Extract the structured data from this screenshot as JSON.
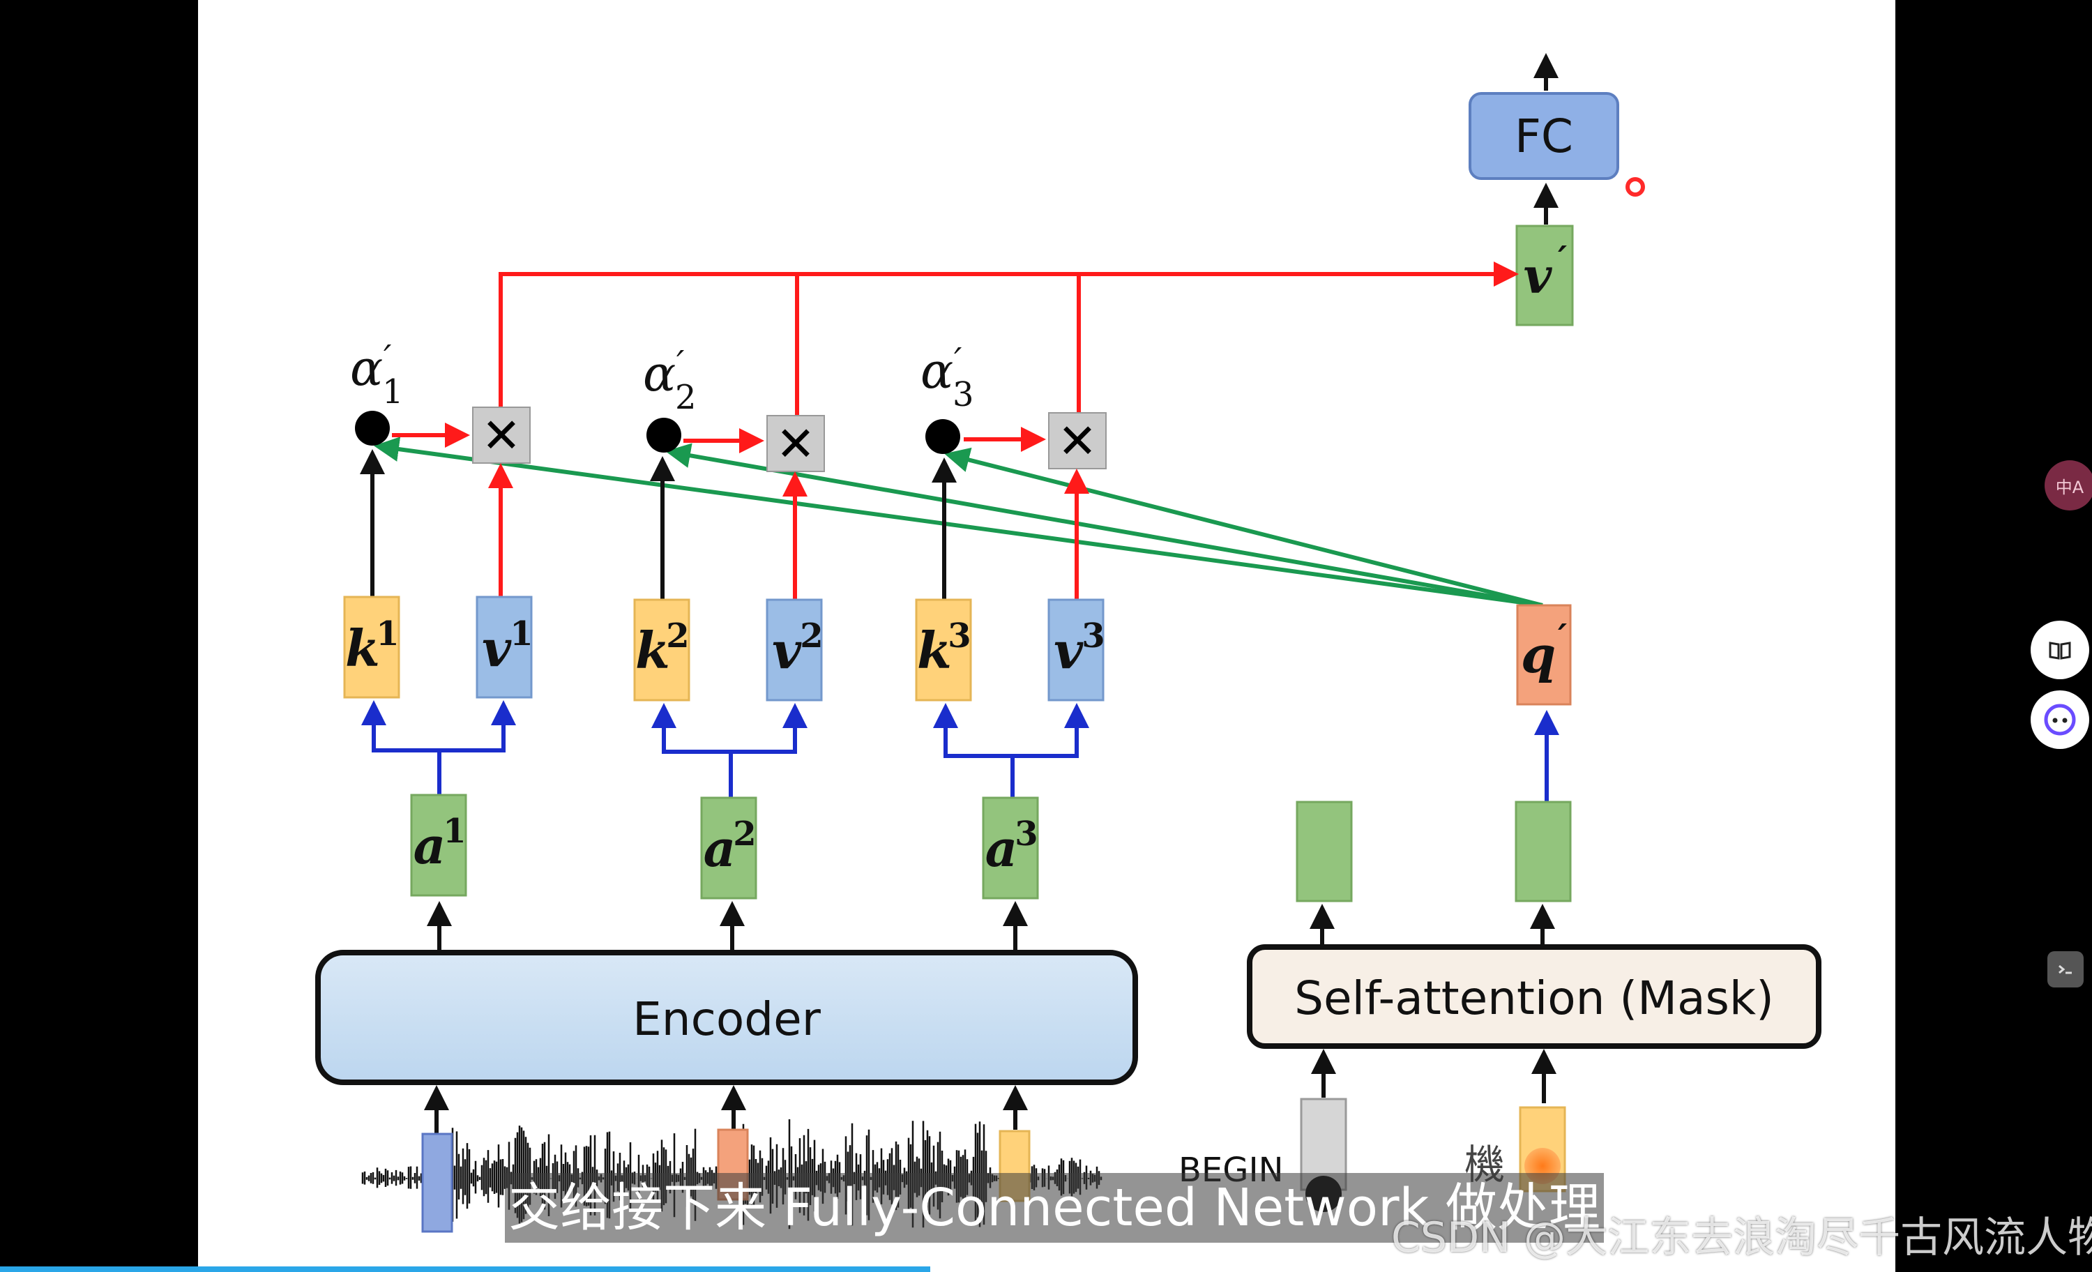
{
  "diagram": {
    "fc_label": "FC",
    "encoder_label": "Encoder",
    "self_attention_label": "Self-attention (Mask)",
    "begin_label": "BEGIN",
    "token_label": "機",
    "v_prime": {
      "base": "v",
      "prime": "′"
    },
    "q_prime": {
      "base": "q",
      "prime": "′"
    },
    "alphas": [
      {
        "base": "α",
        "prime": "′",
        "sub": "1"
      },
      {
        "base": "α",
        "prime": "′",
        "sub": "2"
      },
      {
        "base": "α",
        "prime": "′",
        "sub": "3"
      }
    ],
    "keys": [
      {
        "base": "k",
        "sup": "1"
      },
      {
        "base": "k",
        "sup": "2"
      },
      {
        "base": "k",
        "sup": "3"
      }
    ],
    "values": [
      {
        "base": "v",
        "sup": "1"
      },
      {
        "base": "v",
        "sup": "2"
      },
      {
        "base": "v",
        "sup": "3"
      }
    ],
    "inputs": [
      {
        "base": "a",
        "sup": "1"
      },
      {
        "base": "a",
        "sup": "2"
      },
      {
        "base": "a",
        "sup": "3"
      }
    ],
    "multiply_symbol": "✕",
    "colors": {
      "key": "#ffd27a",
      "value": "#9bbde6",
      "input": "#93c47d",
      "query": "#f4a27c",
      "fc": "#8fb0e6",
      "red_arrow": "#ff1a1a",
      "green_arrow": "#1a9950",
      "blue_arrow": "#1a2dcc"
    }
  },
  "subtitle": "交给接下来 Fully-Connected Network 做处理",
  "watermark": "CSDN @大江东去浪淘尽千古风流人物",
  "side_buttons": {
    "translate": "中A",
    "reader_icon": "book-icon",
    "assistant_icon": "assistant-icon"
  }
}
